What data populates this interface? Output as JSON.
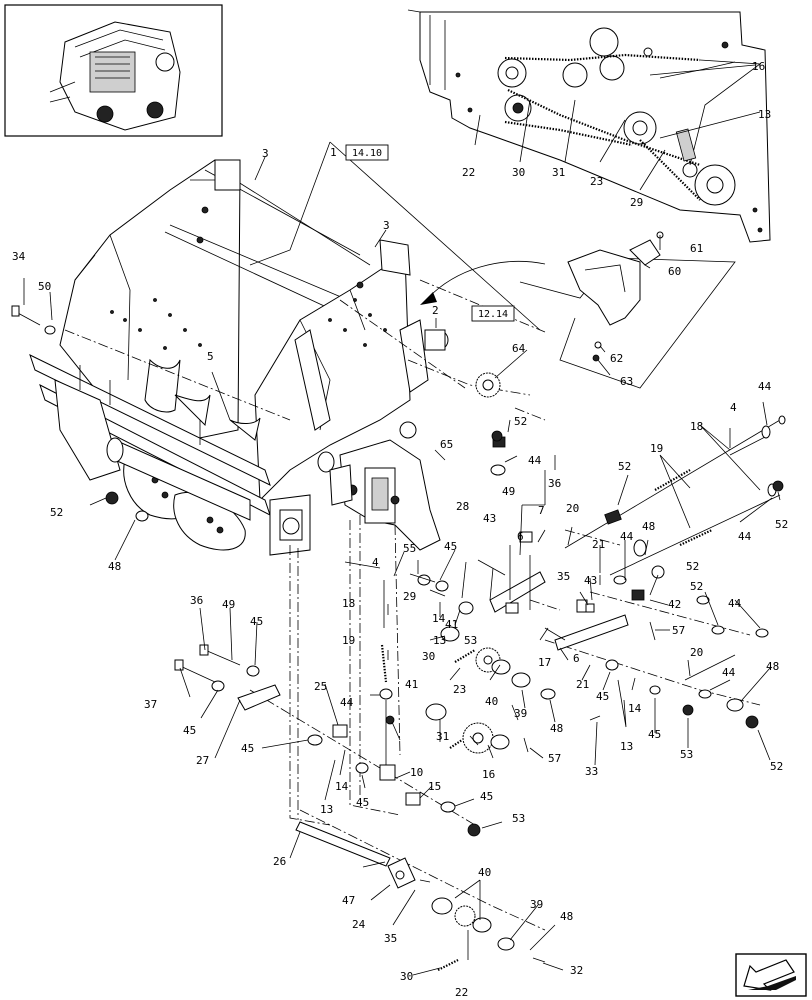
{
  "diagram": {
    "reference_boxes": [
      "14.10",
      "12.14"
    ],
    "callouts": {
      "c1": "1",
      "c2": "2",
      "c3a": "3",
      "c3b": "3",
      "c4a": "4",
      "c4b": "4",
      "c5": "5",
      "c6a": "6",
      "c6b": "6",
      "c7": "7",
      "c10": "10",
      "c13a": "13",
      "c13b": "13",
      "c13c": "13",
      "c13d": "13",
      "c14a": "14",
      "c14b": "14",
      "c14c": "14",
      "c15": "15",
      "c16a": "16",
      "c16b": "16",
      "c17": "17",
      "c18a": "18",
      "c18b": "18",
      "c19a": "19",
      "c19b": "19",
      "c20a": "20",
      "c20b": "20",
      "c21a": "21",
      "c21b": "21",
      "c22a": "22",
      "c22b": "22",
      "c23a": "23",
      "c23b": "23",
      "c24": "24",
      "c25": "25",
      "c26": "26",
      "c27": "27",
      "c28": "28",
      "c29a": "29",
      "c29b": "29",
      "c30a": "30",
      "c30b": "30",
      "c30c": "30",
      "c31a": "31",
      "c31b": "31",
      "c32": "32",
      "c33": "33",
      "c34": "34",
      "c35a": "35",
      "c35b": "35",
      "c36a": "36",
      "c36b": "36",
      "c37": "37",
      "c39a": "39",
      "c39b": "39",
      "c40a": "40",
      "c40b": "40",
      "c41a": "41",
      "c41b": "41",
      "c42": "42",
      "c43a": "43",
      "c43b": "43",
      "c44a": "44",
      "c44b": "44",
      "c44c": "44",
      "c44d": "44",
      "c44e": "44",
      "c44f": "44",
      "c44g": "44",
      "c45a": "45",
      "c45b": "45",
      "c45c": "45",
      "c45d": "45",
      "c45e": "45",
      "c45f": "45",
      "c45g": "45",
      "c45h": "45",
      "c47": "47",
      "c48a": "48",
      "c48b": "48",
      "c48c": "48",
      "c48d": "48",
      "c48e": "48",
      "c49a": "49",
      "c49b": "49",
      "c50": "50",
      "c52a": "52",
      "c52b": "52",
      "c52c": "52",
      "c52d": "52",
      "c52e": "52",
      "c52f": "52",
      "c52g": "52",
      "c53a": "53",
      "c53b": "53",
      "c53c": "53",
      "c55": "55",
      "c57a": "57",
      "c57b": "57",
      "c60": "60",
      "c61": "61",
      "c62": "62",
      "c63": "63",
      "c64": "64",
      "c65": "65"
    }
  }
}
